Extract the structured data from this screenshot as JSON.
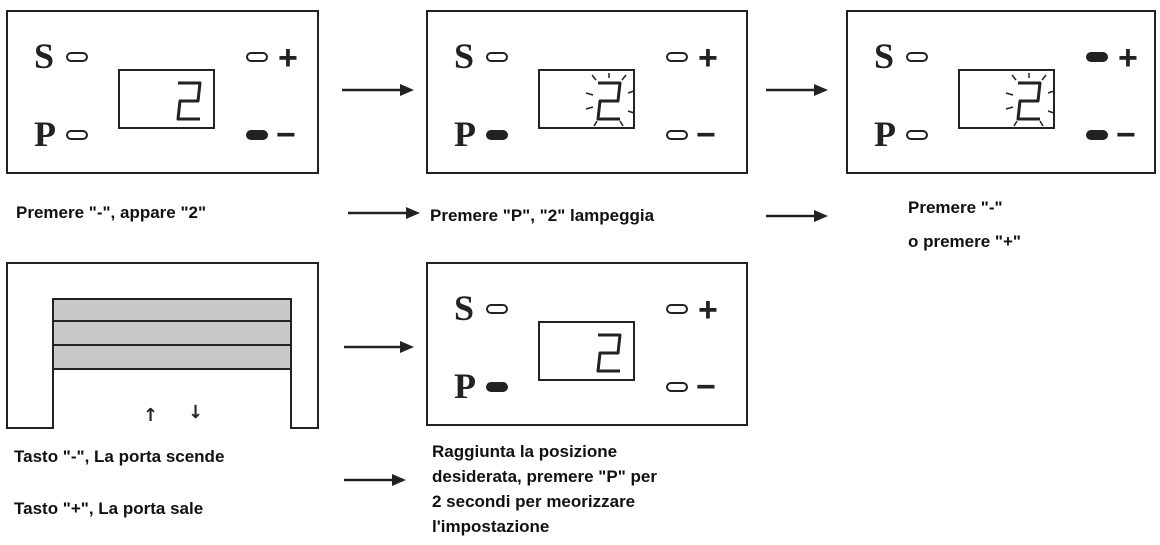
{
  "panels": {
    "p1": {
      "s": "S",
      "p": "P",
      "plus": "+",
      "minus": "−",
      "digit": "2"
    },
    "p2": {
      "s": "S",
      "p": "P",
      "plus": "+",
      "minus": "−",
      "digit": "2"
    },
    "p3": {
      "s": "S",
      "p": "P",
      "plus": "+",
      "minus": "−",
      "digit": "2"
    },
    "p5": {
      "s": "S",
      "p": "P",
      "plus": "+",
      "minus": "−",
      "digit": "2"
    }
  },
  "captions": {
    "c1": "Premere \"-\", appare \"2\"",
    "c2": "Premere \"P\", \"2\" lampeggia",
    "c3_line1": "Premere \"-\"",
    "c3_line2": "o premere \"+\"",
    "c4_line1": "Tasto \"-\",  La porta scende",
    "c4_line2": "Tasto \"+\", La porta sale",
    "c5_line1": "Raggiunta la posizione",
    "c5_line2": "desiderata, premere \"P\" per",
    "c5_line3": "2 secondi per meorizzare",
    "c5_line4": "l'impostazione"
  },
  "door": {
    "up_arrow": "↑",
    "down_arrow": "↓"
  },
  "colors": {
    "ink": "#222222",
    "door_slat": "#c8c8c8"
  }
}
